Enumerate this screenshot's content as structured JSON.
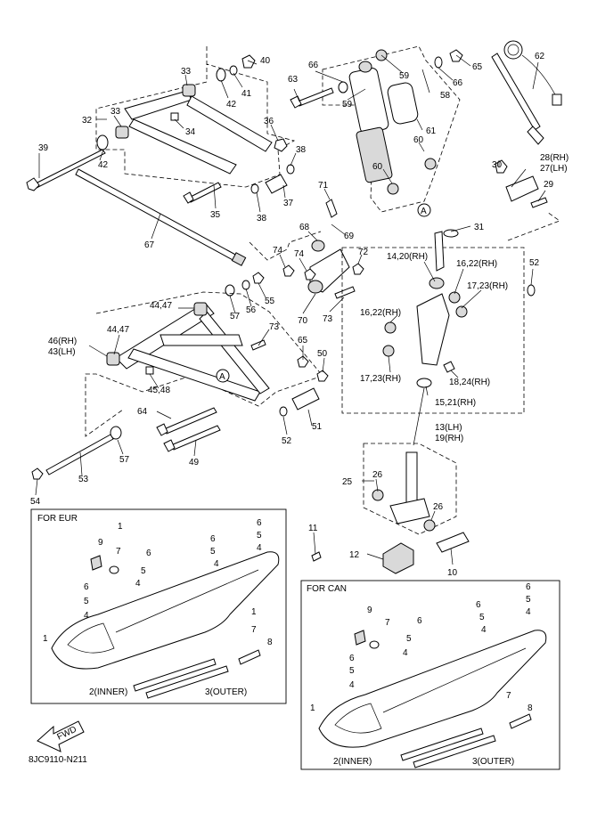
{
  "diagram_code": "8JC9110-N211",
  "fwd_label": "FWD",
  "boxes": {
    "eur_title": "FOR EUR",
    "can_title": "FOR CAN"
  },
  "circle_ref": "A",
  "labels": {
    "l40": "40",
    "l33a": "33",
    "l41": "41",
    "l42a": "42",
    "l33b": "33",
    "l32": "32",
    "l34": "34",
    "l36": "36",
    "l39": "39",
    "l42b": "42",
    "l38a": "38",
    "l37": "37",
    "l35": "35",
    "l38b": "38",
    "l67": "67",
    "l63": "63",
    "l66a": "66",
    "l59a": "59",
    "l58": "58",
    "l65a": "65",
    "l66b": "66",
    "l59b": "59",
    "l61": "61",
    "l60a": "60",
    "l60b": "60",
    "l62": "62",
    "l71": "71",
    "l69": "69",
    "l68": "68",
    "l74a": "74",
    "l74b": "74",
    "l72": "72",
    "l55": "55",
    "l56": "56",
    "l57a": "57",
    "l4447a": "44,47",
    "l70": "70",
    "l73a": "73",
    "l4447b": "44,47",
    "l46rh": "46(RH)",
    "l43lh": "43(LH)",
    "l73b": "73",
    "l65b": "65",
    "l50": "50",
    "l4548": "45,48",
    "l64": "64",
    "l52a": "52",
    "l51": "51",
    "l57b": "57",
    "l49": "49",
    "l53": "53",
    "l54": "54",
    "l31": "31",
    "l30": "30",
    "l28rh": "28(RH)",
    "l27lh": "27(LH)",
    "l29": "29",
    "l1420": "14,20(RH)",
    "l1622a": "16,22(RH)",
    "l1723a": "17,23(RH)",
    "l52b": "52",
    "l1622b": "16,22(RH)",
    "l1723b": "17,23(RH)",
    "l1824": "18,24(RH)",
    "l1521": "15,21(RH)",
    "l13lh": "13(LH)",
    "l19rh": "19(RH)",
    "l25": "25",
    "l26a": "26",
    "l26b": "26",
    "l11": "11",
    "l12": "12",
    "l10": "10",
    "e9": "9",
    "e7": "7",
    "e1bracket": "1",
    "e6a": "6",
    "e5a": "5",
    "e4a": "4",
    "e6b": "6",
    "e5b": "5",
    "e4b": "4",
    "e6c": "6",
    "e5c": "5",
    "e4c": "4",
    "e6d": "6",
    "e5d": "5",
    "e4d": "4",
    "e1": "1",
    "e7b": "7",
    "e1b": "1",
    "e8": "8",
    "e2": "2(INNER)",
    "e3": "3(OUTER)",
    "c9": "9",
    "c7": "7",
    "c6a": "6",
    "c5a": "5",
    "c4a": "4",
    "c6b": "6",
    "c5b": "5",
    "c4b": "4",
    "c6c": "6",
    "c5c": "5",
    "c4c": "4",
    "c6d": "6",
    "c5d": "5",
    "c4d": "4",
    "c1": "1",
    "c7b": "7",
    "c8": "8",
    "c2": "2(INNER)",
    "c3": "3(OUTER)"
  }
}
